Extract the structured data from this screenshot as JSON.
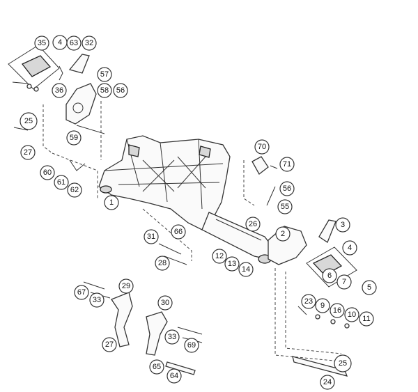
{
  "callouts": {
    "n35": "35",
    "n4a": "4",
    "n63": "63",
    "n32": "32",
    "n57": "57",
    "n36": "36",
    "n58": "58",
    "n56a": "56",
    "n25a": "25",
    "n59": "59",
    "n27a": "27",
    "n60": "60",
    "n61": "61",
    "n62": "62",
    "n1": "1",
    "n70": "70",
    "n71": "71",
    "n56b": "56",
    "n55": "55",
    "n26": "26",
    "n66": "66",
    "n31": "31",
    "n28": "28",
    "n2": "2",
    "n3": "3",
    "n4b": "4",
    "n12": "12",
    "n13": "13",
    "n14": "14",
    "n6": "6",
    "n7": "7",
    "n5": "5",
    "n67": "67",
    "n29": "29",
    "n33a": "33",
    "n30": "30",
    "n23": "23",
    "n9": "9",
    "n16": "16",
    "n10": "10",
    "n11": "11",
    "n27b": "27",
    "n33b": "33",
    "n69": "69",
    "n65": "65",
    "n64": "64",
    "n25b": "25",
    "n24": "24"
  },
  "colors": {
    "highlight": "#e87722",
    "line": "#333333",
    "background": "#ffffff"
  }
}
